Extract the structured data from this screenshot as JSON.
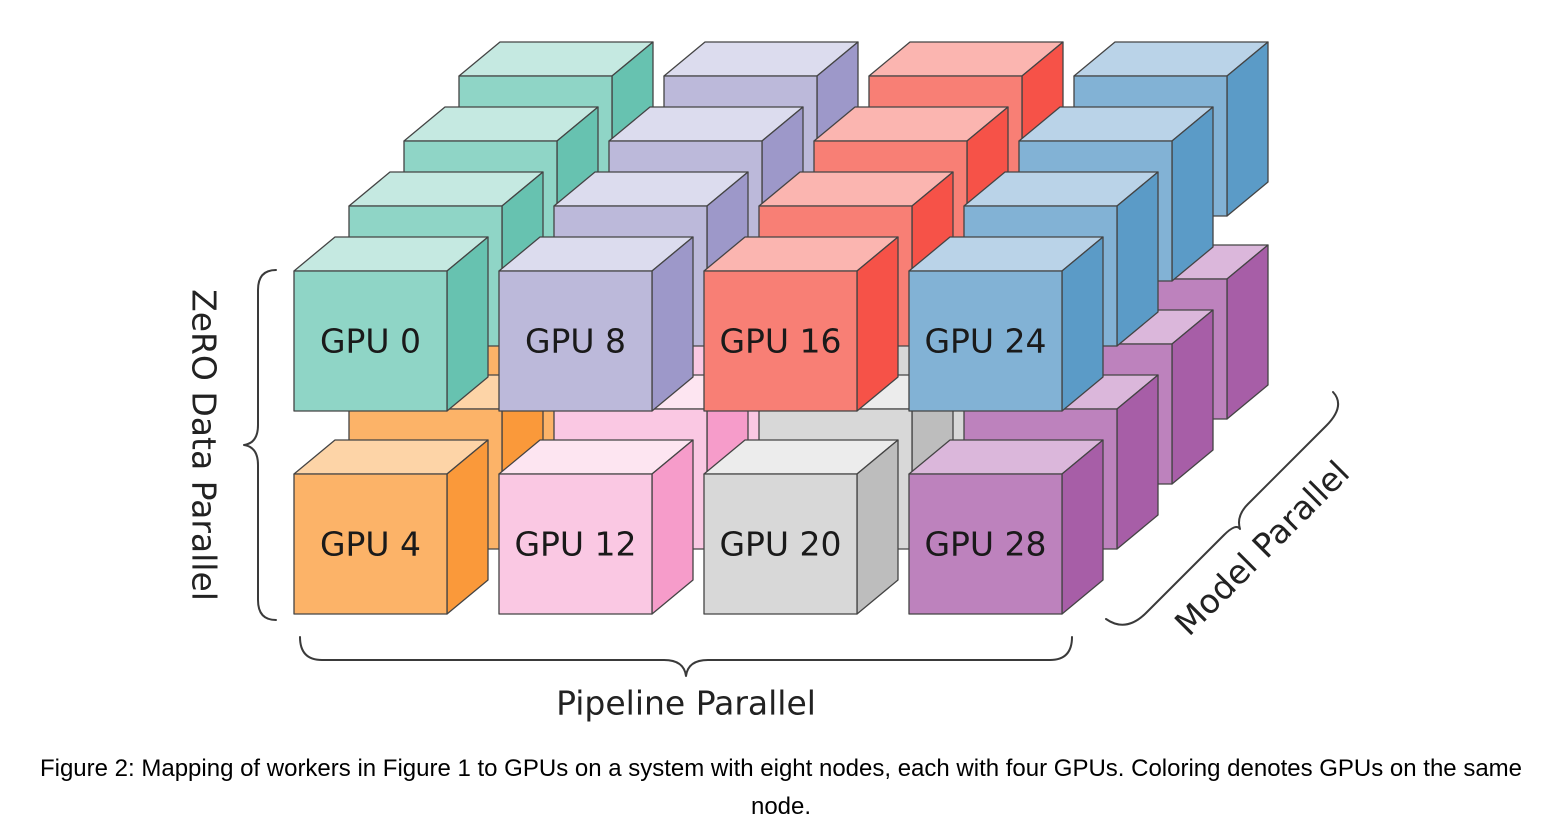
{
  "caption": "Figure 2: Mapping of workers in Figure 1 to GPUs on a system with eight nodes, each with four GPUs. Coloring denotes GPUs on the same node.",
  "axes": {
    "vertical": "ZeRO Data Parallel",
    "horizontal": "Pipeline Parallel",
    "depth": "Model Parallel"
  },
  "node_colors": [
    {
      "front": "#8fd5c6",
      "top": "#c5e9e1",
      "side": "#67c2b0"
    },
    {
      "front": "#bcb9da",
      "top": "#dcdcee",
      "side": "#9d98c9"
    },
    {
      "front": "#f87f75",
      "top": "#fbb5b0",
      "side": "#f65248"
    },
    {
      "front": "#82b2d5",
      "top": "#bad3e8",
      "side": "#5b9bc7"
    },
    {
      "front": "#fcb368",
      "top": "#fdd4a7",
      "side": "#fa993a"
    },
    {
      "front": "#fac8e3",
      "top": "#fde5f1",
      "side": "#f69cca"
    },
    {
      "front": "#d8d8d8",
      "top": "#ececec",
      "side": "#bdbdbd"
    },
    {
      "front": "#bd82bd",
      "top": "#dbb7db",
      "side": "#a75ea7"
    }
  ],
  "gpus": [
    {
      "label": "GPU 0",
      "node": 0,
      "col": 0,
      "row": 0,
      "depth": 0
    },
    {
      "label": "GPU 8",
      "node": 1,
      "col": 1,
      "row": 0,
      "depth": 0
    },
    {
      "label": "GPU 16",
      "node": 2,
      "col": 2,
      "row": 0,
      "depth": 0
    },
    {
      "label": "GPU 24",
      "node": 3,
      "col": 3,
      "row": 0,
      "depth": 0
    },
    {
      "label": "GPU 4",
      "node": 4,
      "col": 0,
      "row": 1,
      "depth": 0
    },
    {
      "label": "GPU 12",
      "node": 5,
      "col": 1,
      "row": 1,
      "depth": 0
    },
    {
      "label": "GPU 20",
      "node": 6,
      "col": 2,
      "row": 1,
      "depth": 0
    },
    {
      "label": "GPU 28",
      "node": 7,
      "col": 3,
      "row": 1,
      "depth": 0
    }
  ],
  "grid": {
    "cols": 4,
    "rows": 2,
    "depths": 4
  }
}
